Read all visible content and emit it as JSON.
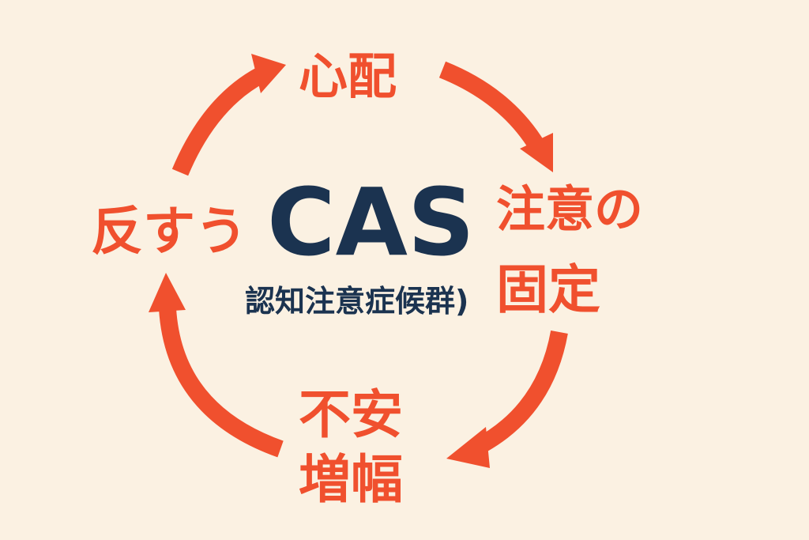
{
  "colors": {
    "background": "#fbf1e2",
    "accent": "#f0502e",
    "text_main": "#1b3350"
  },
  "center": {
    "title": "CAS",
    "subtitle": "認知注意症候群)"
  },
  "cycle": [
    {
      "label": "心配"
    },
    {
      "label_line1": "注意の",
      "label_line2": "固定"
    },
    {
      "label_line1": "不安",
      "label_line2": "増幅"
    },
    {
      "label": "反すう"
    }
  ]
}
